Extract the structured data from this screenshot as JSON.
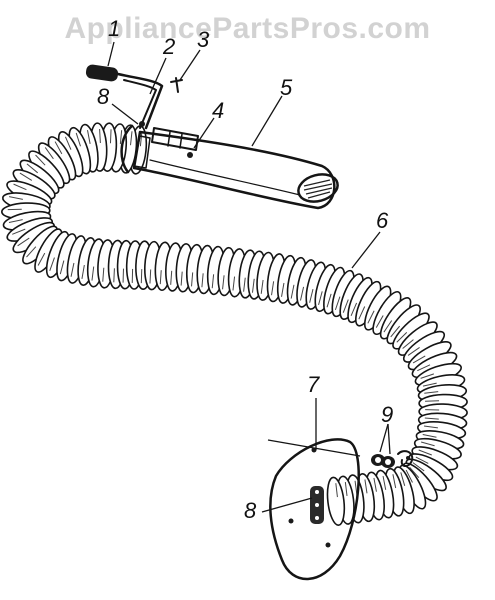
{
  "watermark": "AppliancePartsPros.com",
  "callouts": [
    {
      "id": "c1",
      "text": "1"
    },
    {
      "id": "c2",
      "text": "2"
    },
    {
      "id": "c3",
      "text": "3"
    },
    {
      "id": "c4",
      "text": "4"
    },
    {
      "id": "c5",
      "text": "5"
    },
    {
      "id": "c6",
      "text": "6"
    },
    {
      "id": "c7",
      "text": "7"
    },
    {
      "id": "c8a",
      "text": "8"
    },
    {
      "id": "c8b",
      "text": "8"
    },
    {
      "id": "c9",
      "text": "9"
    }
  ],
  "colors": {
    "ink": "#151515",
    "hose_fill": "#ffffff",
    "watermark": "#d2d2d2"
  }
}
